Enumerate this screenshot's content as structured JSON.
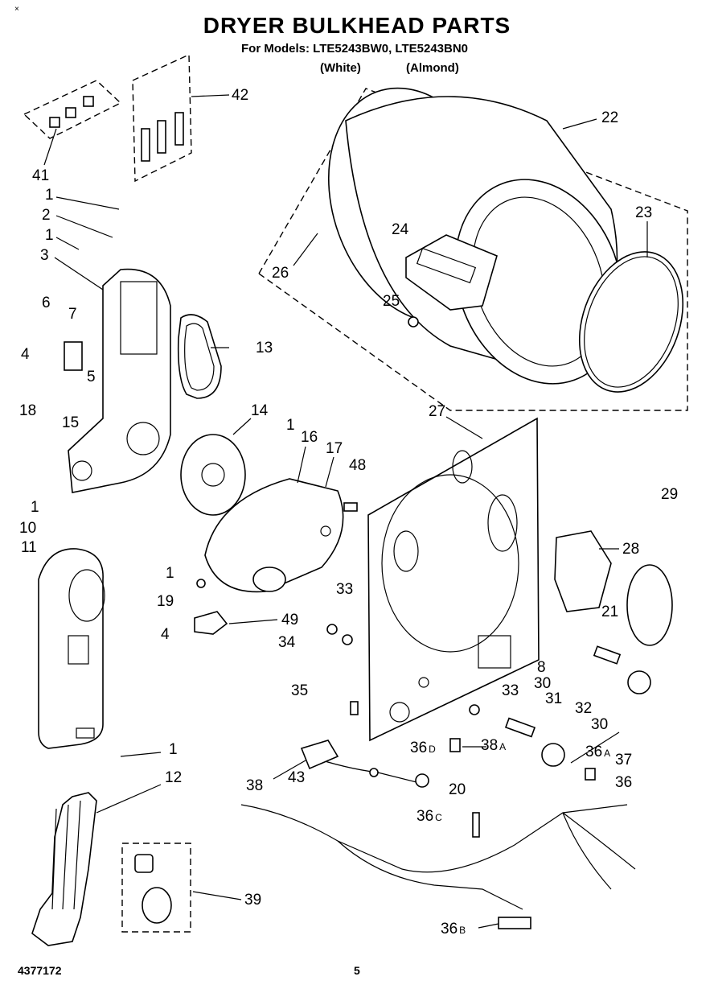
{
  "header": {
    "corner_mark": "×",
    "title": "DRYER BULKHEAD PARTS",
    "models_line": "For Models: LTE5243BW0, LTE5243BN0",
    "variant_white": "(White)",
    "variant_almond": "(Almond)"
  },
  "footer": {
    "doc_number": "4377172",
    "page_number": "5"
  },
  "callouts": [
    {
      "id": "c42",
      "text": "42",
      "sub": ""
    },
    {
      "id": "c41",
      "text": "41",
      "sub": ""
    },
    {
      "id": "c1a",
      "text": "1",
      "sub": ""
    },
    {
      "id": "c2",
      "text": "2",
      "sub": ""
    },
    {
      "id": "c1b",
      "text": "1",
      "sub": ""
    },
    {
      "id": "c3",
      "text": "3",
      "sub": ""
    },
    {
      "id": "c6",
      "text": "6",
      "sub": ""
    },
    {
      "id": "c7",
      "text": "7",
      "sub": ""
    },
    {
      "id": "c4a",
      "text": "4",
      "sub": ""
    },
    {
      "id": "c5",
      "text": "5",
      "sub": ""
    },
    {
      "id": "c18",
      "text": "18",
      "sub": ""
    },
    {
      "id": "c15",
      "text": "15",
      "sub": ""
    },
    {
      "id": "c1c",
      "text": "1",
      "sub": ""
    },
    {
      "id": "c10",
      "text": "10",
      "sub": ""
    },
    {
      "id": "c11",
      "text": "11",
      "sub": ""
    },
    {
      "id": "c13",
      "text": "13",
      "sub": ""
    },
    {
      "id": "c14",
      "text": "14",
      "sub": ""
    },
    {
      "id": "c1d",
      "text": "1",
      "sub": ""
    },
    {
      "id": "c16",
      "text": "16",
      "sub": ""
    },
    {
      "id": "c17",
      "text": "17",
      "sub": ""
    },
    {
      "id": "c48",
      "text": "48",
      "sub": ""
    },
    {
      "id": "c1e",
      "text": "1",
      "sub": ""
    },
    {
      "id": "c19",
      "text": "19",
      "sub": ""
    },
    {
      "id": "c4b",
      "text": "4",
      "sub": ""
    },
    {
      "id": "c49",
      "text": "49",
      "sub": ""
    },
    {
      "id": "c1f",
      "text": "1",
      "sub": ""
    },
    {
      "id": "c12",
      "text": "12",
      "sub": ""
    },
    {
      "id": "c39",
      "text": "39",
      "sub": ""
    },
    {
      "id": "c22",
      "text": "22",
      "sub": ""
    },
    {
      "id": "c23",
      "text": "23",
      "sub": ""
    },
    {
      "id": "c24",
      "text": "24",
      "sub": ""
    },
    {
      "id": "c26",
      "text": "26",
      "sub": ""
    },
    {
      "id": "c25",
      "text": "25",
      "sub": ""
    },
    {
      "id": "c27",
      "text": "27",
      "sub": ""
    },
    {
      "id": "c29",
      "text": "29",
      "sub": ""
    },
    {
      "id": "c28",
      "text": "28",
      "sub": ""
    },
    {
      "id": "c21",
      "text": "21",
      "sub": ""
    },
    {
      "id": "c8",
      "text": "8",
      "sub": ""
    },
    {
      "id": "c33a",
      "text": "33",
      "sub": ""
    },
    {
      "id": "c34",
      "text": "34",
      "sub": ""
    },
    {
      "id": "c35",
      "text": "35",
      "sub": ""
    },
    {
      "id": "c33b",
      "text": "33",
      "sub": ""
    },
    {
      "id": "c30a",
      "text": "30",
      "sub": ""
    },
    {
      "id": "c31",
      "text": "31",
      "sub": ""
    },
    {
      "id": "c32",
      "text": "32",
      "sub": ""
    },
    {
      "id": "c30b",
      "text": "30",
      "sub": ""
    },
    {
      "id": "c36a",
      "text": "36",
      "sub": "A"
    },
    {
      "id": "c37",
      "text": "37",
      "sub": ""
    },
    {
      "id": "c36",
      "text": "36",
      "sub": ""
    },
    {
      "id": "c36d",
      "text": "36",
      "sub": "D"
    },
    {
      "id": "c38a",
      "text": "38",
      "sub": "A"
    },
    {
      "id": "c38",
      "text": "38",
      "sub": ""
    },
    {
      "id": "c43",
      "text": "43",
      "sub": ""
    },
    {
      "id": "c20",
      "text": "20",
      "sub": ""
    },
    {
      "id": "c36c",
      "text": "36",
      "sub": "C"
    },
    {
      "id": "c36b",
      "text": "36",
      "sub": "B"
    }
  ]
}
